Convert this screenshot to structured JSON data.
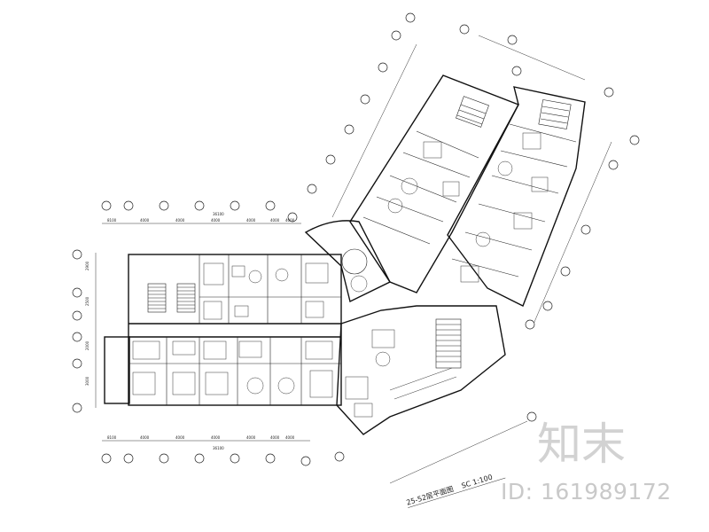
{
  "drawing": {
    "caption": "25-52层平面图",
    "scale": "SC 1:100",
    "top_dims": [
      "8100",
      "4000",
      "4000",
      "4000",
      "4000",
      "4000",
      "4000",
      "36100"
    ],
    "bottom_dims": [
      "8100",
      "4000",
      "4000",
      "4000",
      "4000",
      "4000",
      "4000",
      "36100"
    ],
    "left_dims": [
      "2900",
      "2500",
      "2000",
      "3000"
    ],
    "colors": {
      "line": "#111111",
      "watermark": "#c9c9c9"
    }
  },
  "watermark": {
    "logo_text": "知末",
    "id_text": "ID: 161989172"
  }
}
